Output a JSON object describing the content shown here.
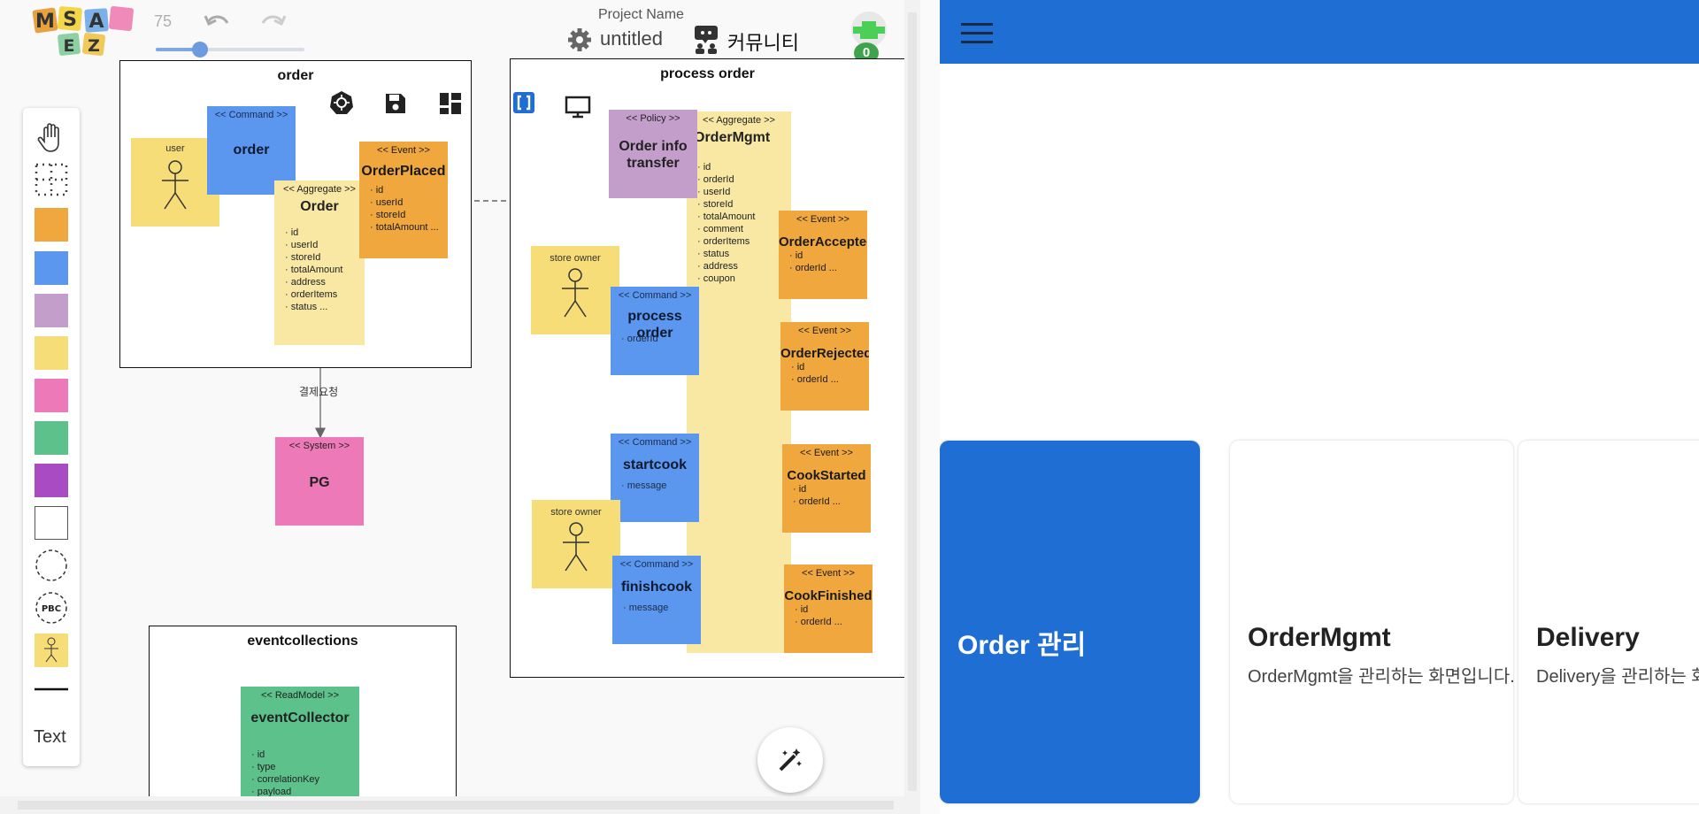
{
  "toolbar": {
    "zoom_value": "75",
    "zoom_level": 0.3,
    "project_label": "Project Name",
    "project_name": "untitled",
    "community_label": "커뮤니티",
    "user_badge_count": "0",
    "logo_letters": [
      "M",
      "S",
      "A",
      "E",
      "Z"
    ]
  },
  "palette": {
    "items": [
      {
        "name": "hand-tool",
        "color": ""
      },
      {
        "name": "bounded-context",
        "color": ""
      },
      {
        "name": "event-sticky",
        "color": "#f0a83e"
      },
      {
        "name": "command-sticky",
        "color": "#5b97ef"
      },
      {
        "name": "policy-sticky",
        "color": "#c39ecb"
      },
      {
        "name": "aggregate-sticky",
        "color": "#f6dd78"
      },
      {
        "name": "external-sticky",
        "color": "#ee79b8"
      },
      {
        "name": "readmodel-sticky",
        "color": "#5cc18b"
      },
      {
        "name": "ui-sticky",
        "color": "#a94bc2"
      },
      {
        "name": "blank-sticky",
        "color": "#ffffff"
      },
      {
        "name": "circle-shape",
        "color": ""
      },
      {
        "name": "pbc-shape",
        "color": ""
      },
      {
        "name": "actor-sticky",
        "color": "#f6dd78"
      },
      {
        "name": "line-tool",
        "color": ""
      }
    ],
    "text_label": "Text"
  },
  "canvas": {
    "frames": {
      "order": {
        "title": "order"
      },
      "process_order": {
        "title": "process order"
      },
      "eventcollections": {
        "title": "eventcollections"
      }
    },
    "stickies": {
      "user_actor": {
        "name": "user"
      },
      "order_command": {
        "stereo": "<< Command >>",
        "name": "order"
      },
      "order_aggregate": {
        "stereo": "<< Aggregate >>",
        "name": "Order",
        "attrs": [
          "id",
          "userId",
          "storeId",
          "totalAmount",
          "address",
          "orderItems",
          "status ..."
        ]
      },
      "order_placed": {
        "stereo": "<< Event >>",
        "name": "OrderPlaced",
        "attrs": [
          "id",
          "userId",
          "storeId",
          "totalAmount ..."
        ]
      },
      "pg_system": {
        "stereo": "<< System >>",
        "name": "PG"
      },
      "policy": {
        "stereo": "<< Policy >>",
        "name": "Order info transfer"
      },
      "ordermgmt_aggregate": {
        "stereo": "<< Aggregate >>",
        "name": "OrderMgmt",
        "attrs": [
          "id",
          "orderId",
          "userId",
          "storeId",
          "totalAmount",
          "comment",
          "orderItems",
          "status",
          "address",
          "coupon"
        ]
      },
      "store_owner_1": {
        "name": "store owner"
      },
      "store_owner_2": {
        "name": "store owner"
      },
      "process_order_command": {
        "stereo": "<< Command >>",
        "name": "process order",
        "attrs": [
          "orderId"
        ]
      },
      "startcook_command": {
        "stereo": "<< Command >>",
        "name": "startcook",
        "attrs": [
          "message"
        ]
      },
      "finishcook_command": {
        "stereo": "<< Command >>",
        "name": "finishcook",
        "attrs": [
          "message"
        ]
      },
      "order_accepted": {
        "stereo": "<< Event >>",
        "name": "OrderAccepted",
        "attrs": [
          "id",
          "orderId ..."
        ]
      },
      "order_rejected": {
        "stereo": "<< Event >>",
        "name": "OrderRejected",
        "attrs": [
          "id",
          "orderId ..."
        ]
      },
      "cook_started": {
        "stereo": "<< Event >>",
        "name": "CookStarted",
        "attrs": [
          "id",
          "orderId ..."
        ]
      },
      "cook_finished": {
        "stereo": "<< Event >>",
        "name": "CookFinished",
        "attrs": [
          "id",
          "orderId ..."
        ]
      },
      "event_collector": {
        "stereo": "<< ReadModel >>",
        "name": "eventCollector",
        "attrs": [
          "id",
          "type",
          "correlationKey",
          "payload"
        ]
      }
    },
    "edge_label": "결제요청",
    "colors": {
      "command": "#5b97ef",
      "event": "#f0a83e",
      "aggregate": "#f9e8a3",
      "actor": "#f6dd78",
      "policy": "#c39ecb",
      "system": "#ee79b8",
      "readmodel": "#5cc18b"
    }
  },
  "preview": {
    "bar_color": "#1f6ed4",
    "cards": [
      {
        "title": "Order 관리",
        "desc": ""
      },
      {
        "title": "OrderMgmt",
        "desc": "OrderMgmt을 관리하는 화면입니다."
      },
      {
        "title": "Delivery",
        "desc": "Delivery을 관리하는 화면입니다."
      }
    ]
  }
}
